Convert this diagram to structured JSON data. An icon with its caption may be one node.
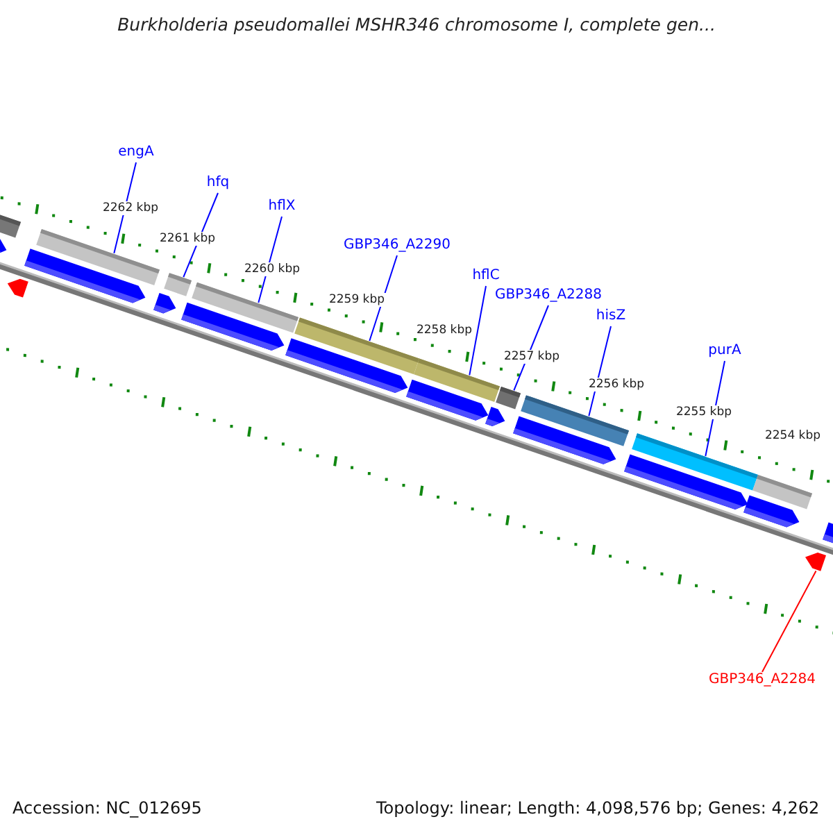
{
  "diagram": {
    "title": "Burkholderia pseudomallei MSHR346 chromosome I, complete gen...",
    "nodes": [
      {
        "text": [
          "engA"
        ]
      },
      {
        "text": [
          "hfq"
        ]
      },
      {
        "text": [
          "hflX"
        ]
      },
      {
        "text": [
          "GBP346_A2290"
        ]
      },
      {
        "text": [
          "hflC"
        ]
      },
      {
        "text": [
          "GBP346_A2288"
        ]
      },
      {
        "text": [
          "hisZ"
        ]
      },
      {
        "text": [
          "purA"
        ]
      },
      {
        "text": [
          "GBP346_A2284"
        ]
      },
      {
        "text": [],
        "shape": "bar"
      },
      {
        "text": [],
        "shape": "bar"
      },
      {
        "text": [],
        "shape": "bar"
      },
      {
        "text": [],
        "shape": "bar"
      },
      {
        "text": [],
        "shape": "bar"
      },
      {
        "text": [],
        "shape": "bar"
      },
      {
        "text": [],
        "shape": "bar"
      },
      {
        "text": [],
        "shape": "bar"
      },
      {
        "text": [],
        "shape": "pentagon"
      },
      {
        "text": [],
        "shape": "bar"
      },
      {
        "text": [],
        "shape": "bar"
      },
      {
        "text": [],
        "shape": "pentagon"
      },
      {
        "text": [],
        "shape": "pentagon"
      },
      {
        "text": [],
        "shape": "pentagon"
      },
      {
        "text": [],
        "shape": "pentagon"
      },
      {
        "text": [],
        "shape": "pentagon"
      },
      {
        "text": [],
        "shape": "pentagon"
      },
      {
        "text": [],
        "shape": "pentagon"
      },
      {
        "text": [],
        "shape": "pentagon"
      },
      {
        "text": [],
        "shape": "pentagon"
      },
      {
        "text": [],
        "shape": "pentagon"
      },
      {
        "text": [],
        "shape": "pentagon"
      },
      {
        "text": [],
        "shape": "pentagon"
      }
    ],
    "edges": [
      {
        "from": 0,
        "to": 9,
        "arrow": "none"
      },
      {
        "from": 1,
        "to": 10,
        "arrow": "none"
      },
      {
        "from": 2,
        "to": 11,
        "arrow": "none"
      },
      {
        "from": 3,
        "to": 12,
        "arrow": "none"
      },
      {
        "from": 4,
        "to": 13,
        "arrow": "none"
      },
      {
        "from": 5,
        "to": 14,
        "arrow": "none"
      },
      {
        "from": 6,
        "to": 15,
        "arrow": "none"
      },
      {
        "from": 7,
        "to": 16,
        "arrow": "none"
      },
      {
        "from": 8,
        "to": 17,
        "arrow": "none",
        "color": "#ff0000"
      }
    ],
    "labels": [
      "2262 kbp",
      "2261 kbp",
      "2260 kbp",
      "2259 kbp",
      "2258 kbp",
      "2257 kbp",
      "2256 kbp",
      "2255 kbp",
      "2254 kbp",
      "Accession: NC_012695",
      "Topology: linear; Length: 4,098,576 bp; Genes: 4,262"
    ]
  }
}
